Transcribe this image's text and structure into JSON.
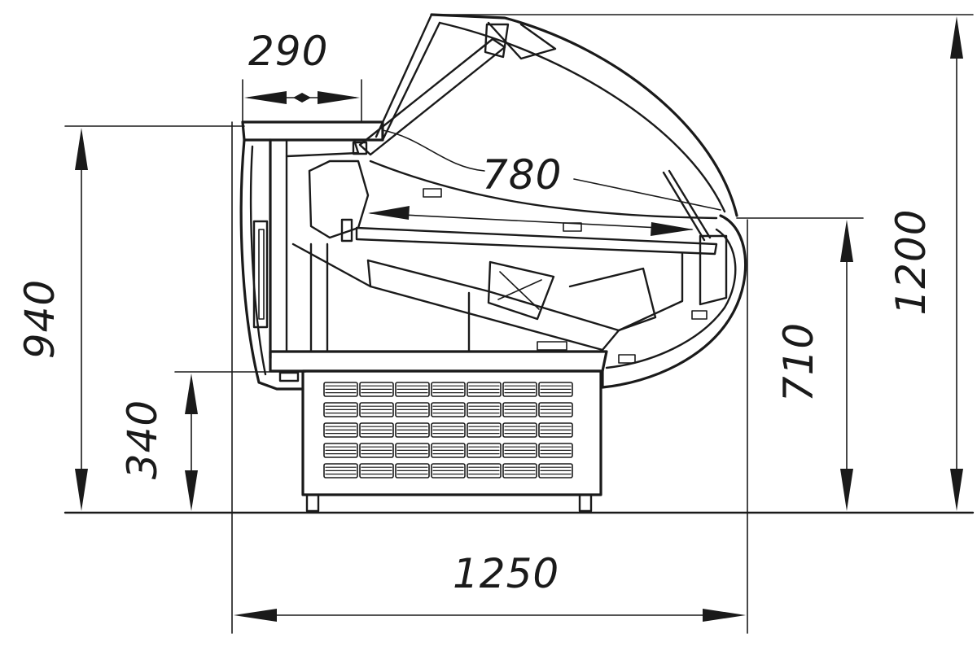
{
  "dimensions": {
    "top_width": "290",
    "inner_depth": "780",
    "total_height_front": "940",
    "base_height": "340",
    "shelf_height": "710",
    "total_height": "1200",
    "total_depth": "1250"
  },
  "colors": {
    "line": "#1a1a1a",
    "background": "#ffffff"
  }
}
